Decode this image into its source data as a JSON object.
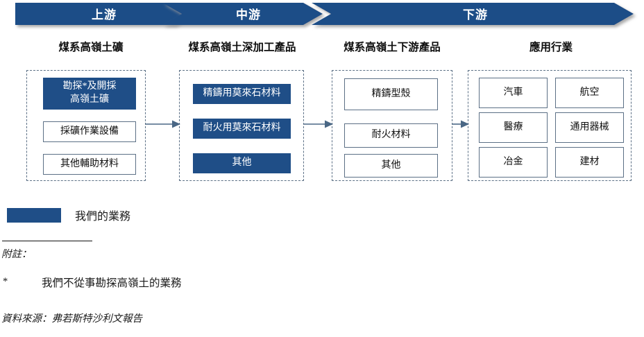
{
  "banner": {
    "segments": [
      {
        "label": "上游"
      },
      {
        "label": "中游"
      },
      {
        "label": "下游"
      }
    ]
  },
  "columns": [
    {
      "header": "煤系高嶺土礦",
      "items": [
        {
          "label": "勘探*及開採\n高嶺土礦",
          "filled": true
        },
        {
          "label": "採礦作業設備",
          "filled": false
        },
        {
          "label": "其他輔助材料",
          "filled": false
        }
      ]
    },
    {
      "header": "煤系高嶺土深加工產品",
      "items": [
        {
          "label": "精鑄用莫來石材料",
          "filled": true
        },
        {
          "label": "耐火用莫來石材料",
          "filled": true
        },
        {
          "label": "其他",
          "filled": true
        }
      ]
    },
    {
      "header": "煤系高嶺土下游產品",
      "items": [
        {
          "label": "精鑄型殼",
          "filled": false
        },
        {
          "label": "耐火材料",
          "filled": false
        },
        {
          "label": "其他",
          "filled": false
        }
      ]
    },
    {
      "header": "應用行業",
      "items": [
        {
          "label": "汽車",
          "filled": false
        },
        {
          "label": "航空",
          "filled": false
        },
        {
          "label": "醫療",
          "filled": false
        },
        {
          "label": "通用器械",
          "filled": false
        },
        {
          "label": "冶金",
          "filled": false
        },
        {
          "label": "建材",
          "filled": false
        }
      ]
    }
  ],
  "legend": {
    "label": "我們的業務",
    "color": "#1f4e87"
  },
  "footnotes": {
    "notes_label": "附註：",
    "marker": "*",
    "note_text": "我們不從事勘探高嶺土的業務",
    "source": "資料來源：弗若斯特沙利文報告"
  },
  "icons": {
    "connector": "right-arrow-icon",
    "chevron": "chevron-right-banner"
  }
}
